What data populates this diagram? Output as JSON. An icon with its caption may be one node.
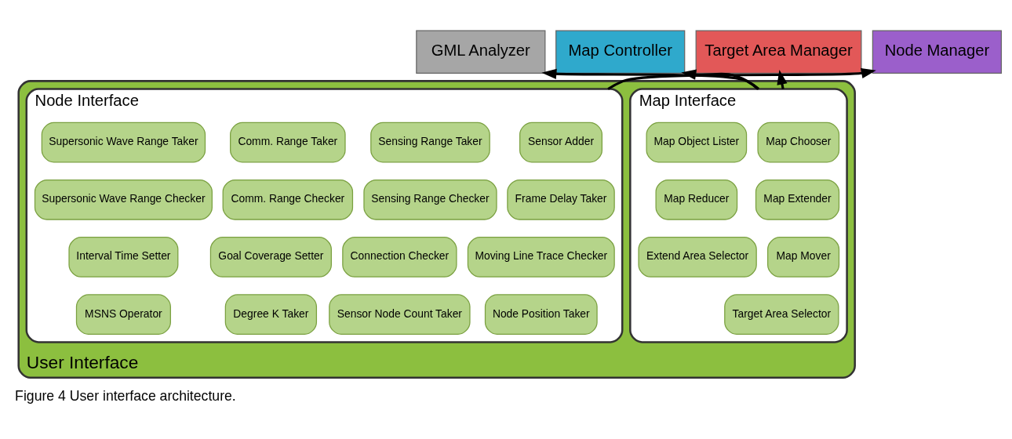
{
  "diagram": {
    "caption": "Figure 4 User interface architecture.",
    "nodes": [
      {
        "text": [
          "GML Analyzer"
        ]
      },
      {
        "text": [
          "Map Controller"
        ]
      },
      {
        "text": [
          "Target Area Manager"
        ]
      },
      {
        "text": [
          "Node Manager"
        ]
      },
      {
        "text": [
          "User Interface"
        ]
      },
      {
        "text": [
          "Map Interface"
        ],
        "in": 4
      },
      {
        "text": [
          "Map Chooser"
        ],
        "in": 5
      },
      {
        "text": [
          "Map Object Lister"
        ],
        "in": 5
      },
      {
        "text": [
          "Map Extender"
        ],
        "in": 5
      },
      {
        "text": [
          "Map Reducer"
        ],
        "in": 5
      },
      {
        "text": [
          "Map Mover"
        ],
        "in": 5
      },
      {
        "text": [
          "Extend Area Selector"
        ],
        "in": 5
      },
      {
        "text": [
          "Target Area Selector"
        ],
        "in": 5
      },
      {
        "text": [
          "Node Interface"
        ],
        "in": 4
      },
      {
        "text": [
          "Sensor Adder"
        ],
        "in": 13
      },
      {
        "text": [
          "Sensing Range Taker"
        ],
        "in": 13
      },
      {
        "text": [
          "Comm. Range Taker"
        ],
        "in": 13
      },
      {
        "text": [
          "Supersonic Wave Range Taker"
        ],
        "in": 13
      },
      {
        "text": [
          "Frame Delay Taker"
        ],
        "in": 13
      },
      {
        "text": [
          "Sensing Range Checker"
        ],
        "in": 13
      },
      {
        "text": [
          "Comm. Range Checker"
        ],
        "in": 13
      },
      {
        "text": [
          "Supersonic Wave Range Checker"
        ],
        "in": 13
      },
      {
        "text": [
          "Moving Line Trace Checker"
        ],
        "in": 13
      },
      {
        "text": [
          "Connection Checker"
        ],
        "in": 13
      },
      {
        "text": [
          "Goal Coverage Setter"
        ],
        "in": 13
      },
      {
        "text": [
          "Interval Time Setter"
        ],
        "in": 13
      },
      {
        "text": [
          "Node Position Taker"
        ],
        "in": 13
      },
      {
        "text": [
          "Sensor Node Count Taker"
        ],
        "in": 13
      },
      {
        "text": [
          "Degree K Taker"
        ],
        "in": 13
      },
      {
        "text": [
          "MSNS Operator"
        ],
        "in": 13
      }
    ],
    "edges": [
      {
        "from": 5,
        "to": 0,
        "arrow": "to"
      },
      {
        "from": 5,
        "to": 1,
        "arrow": "to"
      },
      {
        "from": 5,
        "to": 2,
        "arrow": "to"
      },
      {
        "from": 13,
        "to": 3,
        "arrow": "to"
      }
    ]
  }
}
